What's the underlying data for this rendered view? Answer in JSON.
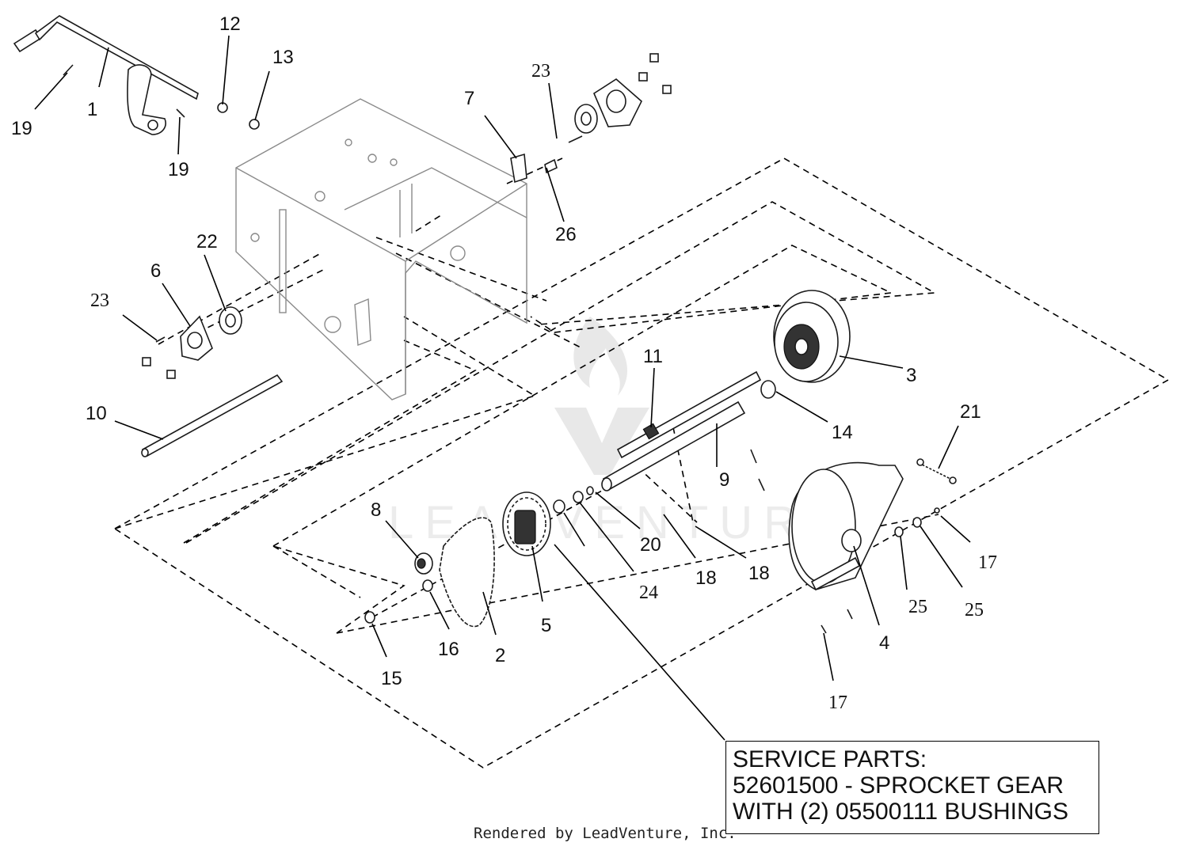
{
  "callouts": [
    {
      "label": "1"
    },
    {
      "label": "2"
    },
    {
      "label": "3"
    },
    {
      "label": "4"
    },
    {
      "label": "5"
    },
    {
      "label": "6"
    },
    {
      "label": "7"
    },
    {
      "label": "8"
    },
    {
      "label": "9"
    },
    {
      "label": "10"
    },
    {
      "label": "11"
    },
    {
      "label": "12"
    },
    {
      "label": "13"
    },
    {
      "label": "14"
    },
    {
      "label": "15"
    },
    {
      "label": "16"
    },
    {
      "label": "17"
    },
    {
      "label": "17"
    },
    {
      "label": "18"
    },
    {
      "label": "18"
    },
    {
      "label": "19"
    },
    {
      "label": "19"
    },
    {
      "label": "20"
    },
    {
      "label": "21"
    },
    {
      "label": "22"
    },
    {
      "label": "23"
    },
    {
      "label": "23"
    },
    {
      "label": "24"
    },
    {
      "label": "25"
    },
    {
      "label": "25"
    },
    {
      "label": "26"
    }
  ],
  "service_box": {
    "line1": "SERVICE PARTS:",
    "line2": "52601500 - SPROCKET GEAR",
    "line3": "WITH (2) 05500111 BUSHINGS"
  },
  "watermark": {
    "text": "LEADVENTURE"
  },
  "footer": {
    "text": "Rendered by LeadVenture, Inc."
  }
}
